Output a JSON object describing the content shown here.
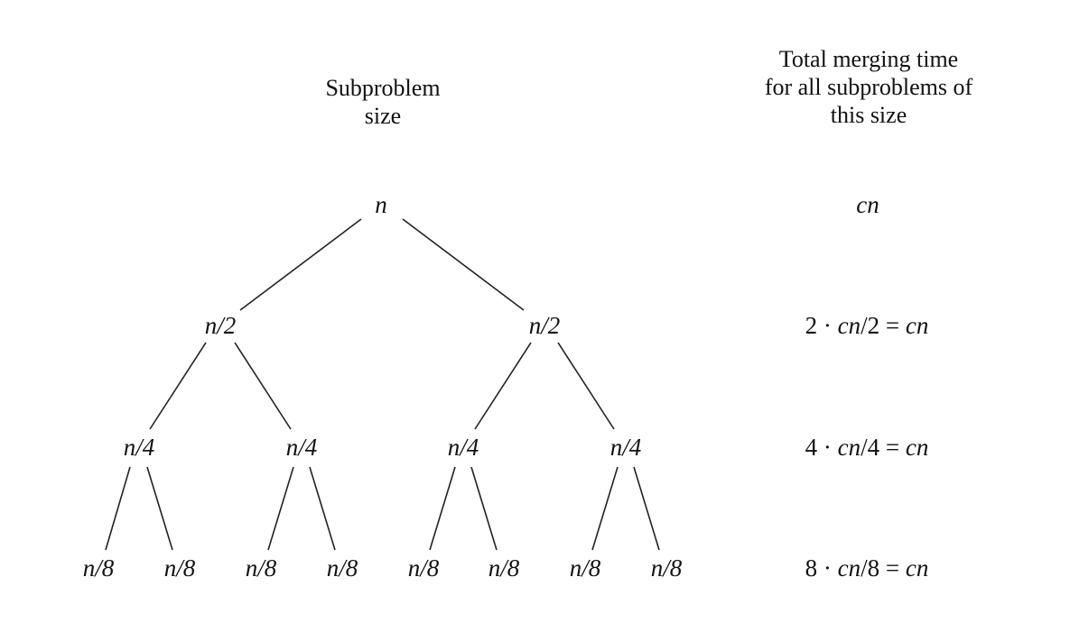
{
  "headings": {
    "subproblem_size": [
      "Subproblem",
      "size"
    ],
    "total_merging_time": [
      "Total merging time",
      "for all subproblems of",
      "this size"
    ]
  },
  "tree": {
    "levels": [
      [
        "n"
      ],
      [
        "n/2",
        "n/2"
      ],
      [
        "n/4",
        "n/4",
        "n/4",
        "n/4"
      ],
      [
        "n/8",
        "n/8",
        "n/8",
        "n/8",
        "n/8",
        "n/8",
        "n/8",
        "n/8"
      ]
    ]
  },
  "costs": [
    {
      "italic": "cn"
    },
    {
      "prefix": "2 · ",
      "italic": "cn",
      "suffix": "/2 = ",
      "italic2": "cn"
    },
    {
      "prefix": "4 · ",
      "italic": "cn",
      "suffix": "/4 = ",
      "italic2": "cn"
    },
    {
      "prefix": "8 · ",
      "italic": "cn",
      "suffix": "/8 = ",
      "italic2": "cn"
    }
  ]
}
